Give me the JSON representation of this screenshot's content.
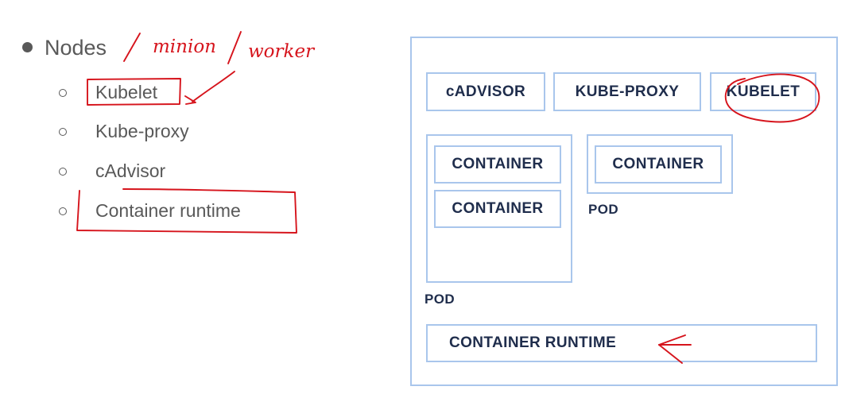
{
  "bullets": {
    "nodes": "Nodes",
    "items": [
      "Kubelet",
      "Kube-proxy",
      "cAdvisor",
      "Container runtime"
    ]
  },
  "handwriting": {
    "minion": "minion",
    "worker": "worker"
  },
  "diagram": {
    "cadvisor": "cADVISOR",
    "kube_proxy": "KUBE-PROXY",
    "kubelet": "KUBELET",
    "containers": [
      "CONTAINER",
      "CONTAINER",
      "CONTAINER"
    ],
    "pods": [
      "POD",
      "POD"
    ],
    "runtime": "CONTAINER RUNTIME"
  },
  "colors": {
    "text": "#595959",
    "label": "#1f2d4c",
    "border": "#a9c6ec",
    "ink": "#d6141c"
  }
}
